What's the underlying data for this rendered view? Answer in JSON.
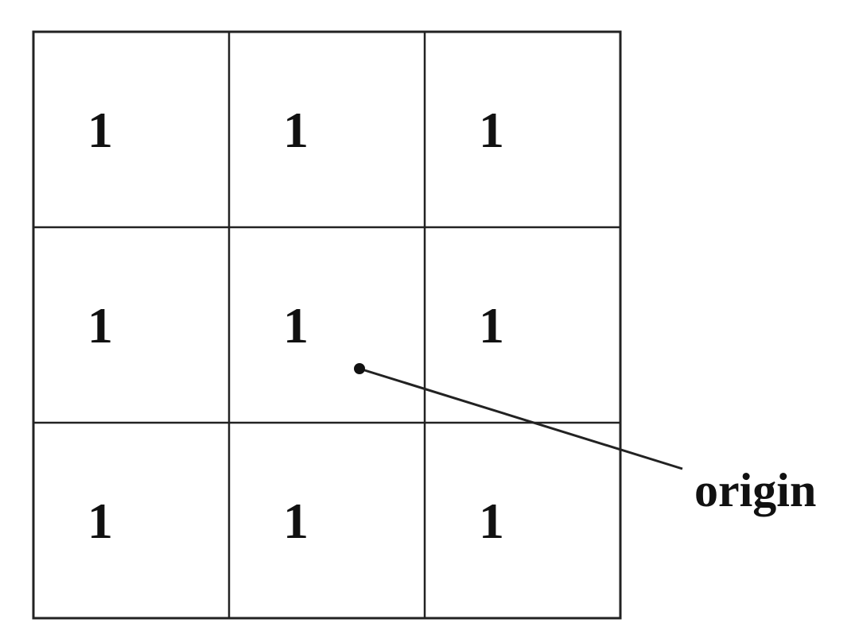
{
  "grid": {
    "rows": 3,
    "cols": 3,
    "cells": [
      [
        "1",
        "1",
        "1"
      ],
      [
        "1",
        "1",
        "1"
      ],
      [
        "1",
        "1",
        "1"
      ]
    ]
  },
  "origin": {
    "label": "origin",
    "row": 1,
    "col": 1
  },
  "colors": {
    "line": "#222222",
    "text": "#111111",
    "background": "#ffffff"
  }
}
